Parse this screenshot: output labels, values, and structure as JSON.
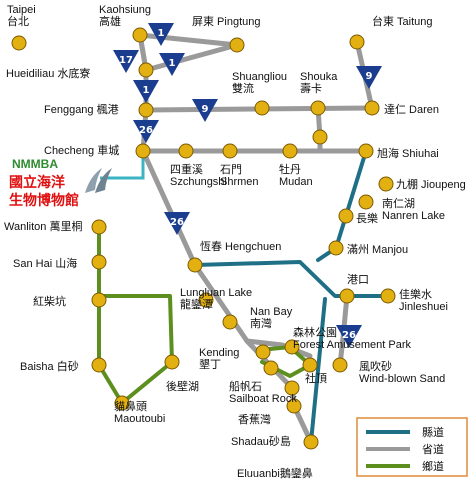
{
  "colors": {
    "county_road": "#1f6f86",
    "provincial_road": "#9a9a9a",
    "township_road": "#5c8f1e",
    "station": "#e3b012",
    "shield": "#1b3d8f",
    "nmmba_link": "#3bb3c3"
  },
  "labels": {
    "taipei": "Taipei\n台北",
    "kaohsiung": "Kaohsiung\n高雄",
    "pingtung": "屏東 Pingtung",
    "taitung": "台東 Taitung",
    "hueidiliau": "Hueidiliau 水底寮",
    "shuangliou": "Shuangliou\n雙流",
    "shouka": "Shouka\n壽卡",
    "fenggang": "Fenggang 楓港",
    "daren": "達仁 Daren",
    "checheng": "Checheng 車城",
    "shiuhai": "旭海 Shiuhai",
    "szchung": "四重溪\nSzchungshi",
    "shrmen": "石門\nShrmen",
    "mudan": "牡丹\nMudan",
    "jioupeng": "九棚 Jioupeng",
    "nanren": "南仁湖\nNanren Lake",
    "changle": "長樂",
    "wanliton": "Wanliton 萬里桐",
    "hengchuen": "恆春 Hengchuen",
    "manjou": "滿州 Manjou",
    "sanhai": "San Hai  山海",
    "gangkou": "港口",
    "jinleshuei": "佳樂水\nJinleshuei",
    "hongchaikeng": "紅柴坑",
    "lungluan": "Lungluan Lake\n龍鑾潭",
    "nanbay": "Nan Bay\n南灣",
    "forest": "森林公園\nForest Amusement Park",
    "kending": "Kending\n墾丁",
    "sheding": "社頂",
    "windblown": "風吹砂\nWind-blown Sand",
    "baisha": "Baisha  白砂",
    "houbihu": "後壁湖",
    "maobitou": "貓鼻頭\nMaoutoubi",
    "chuanfanshi": "船帆石\nSailboat Rock",
    "xiangjiaowan": "香蕉灣",
    "shadao": "Shadau砂島",
    "eluanbi": "Eluuanbi鵝鑾鼻"
  },
  "shields": {
    "s1a": "1",
    "s1b": "1",
    "s17": "17",
    "s1c": "1",
    "s9a": "9",
    "s9b": "9",
    "s26a": "26",
    "s26b": "26",
    "s26c": "26"
  },
  "nmmba": {
    "en": "NMMBA",
    "zh1": "國立海洋",
    "zh2": "生物博物館"
  },
  "legend": {
    "county": "縣道",
    "provincial": "省道",
    "township": "鄉道"
  }
}
